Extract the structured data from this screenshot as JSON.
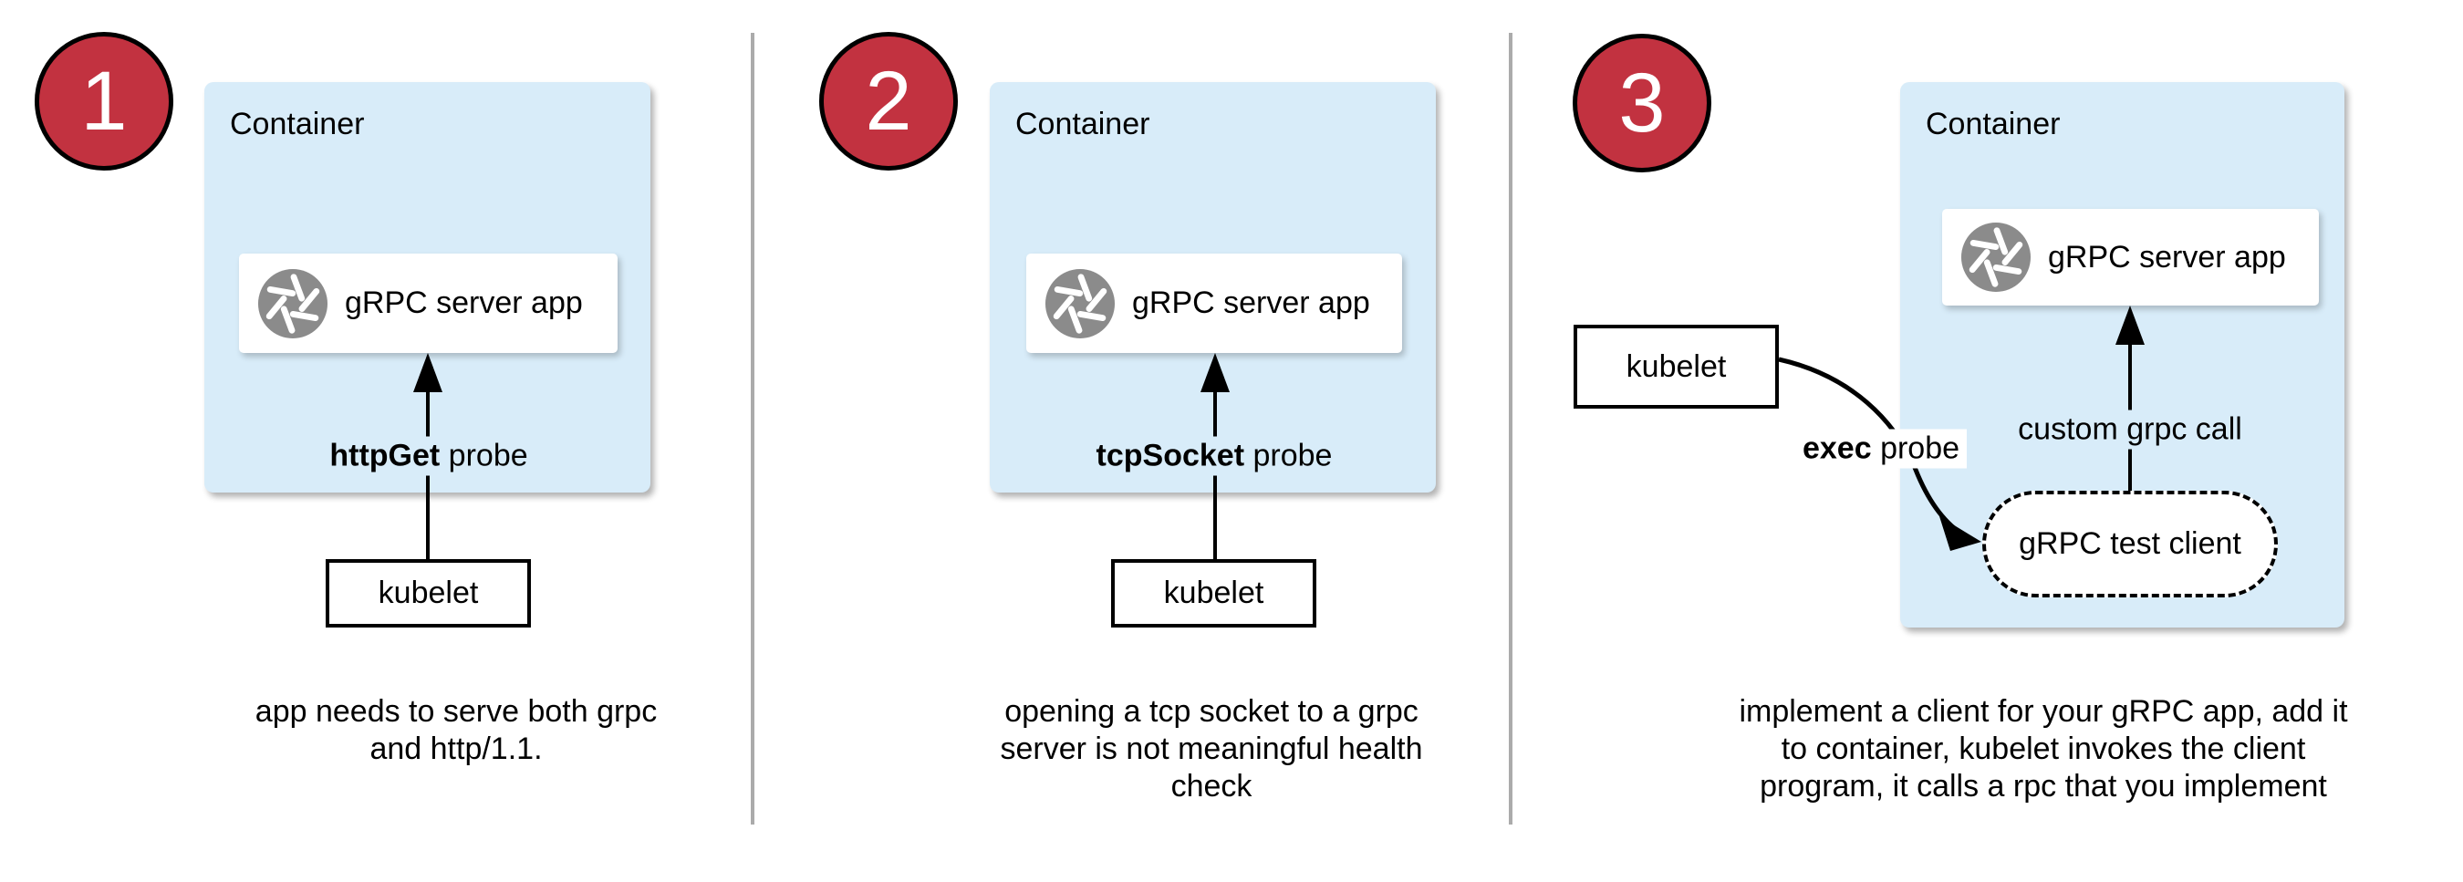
{
  "colors": {
    "badge_red": "#c23240",
    "container_blue": "#d8ecf9",
    "icon_gray": "#8b8b8b",
    "divider_gray": "#ababab"
  },
  "panels": [
    {
      "number": "1",
      "container_label": "Container",
      "app_label": "gRPC server app",
      "probe_label_bold": "httpGet",
      "probe_label_rest": " probe",
      "kubelet_label": "kubelet",
      "caption_lines": [
        "app needs to serve both grpc",
        "and http/1.1."
      ]
    },
    {
      "number": "2",
      "container_label": "Container",
      "app_label": "gRPC server app",
      "probe_label_bold": "tcpSocket",
      "probe_label_rest": " probe",
      "kubelet_label": "kubelet",
      "caption_lines": [
        "opening a tcp socket to a grpc",
        "server is not meaningful health",
        "check"
      ]
    },
    {
      "number": "3",
      "container_label": "Container",
      "app_label": "gRPC server app",
      "probe_label_bold": "exec",
      "probe_label_rest": " probe",
      "kubelet_label": "kubelet",
      "custom_call_label": "custom grpc call",
      "test_client_label": "gRPC test client",
      "caption_lines": [
        "implement a client for your gRPC app, add it",
        "to container, kubelet invokes the client",
        "program, it calls a rpc that you implement"
      ]
    }
  ]
}
